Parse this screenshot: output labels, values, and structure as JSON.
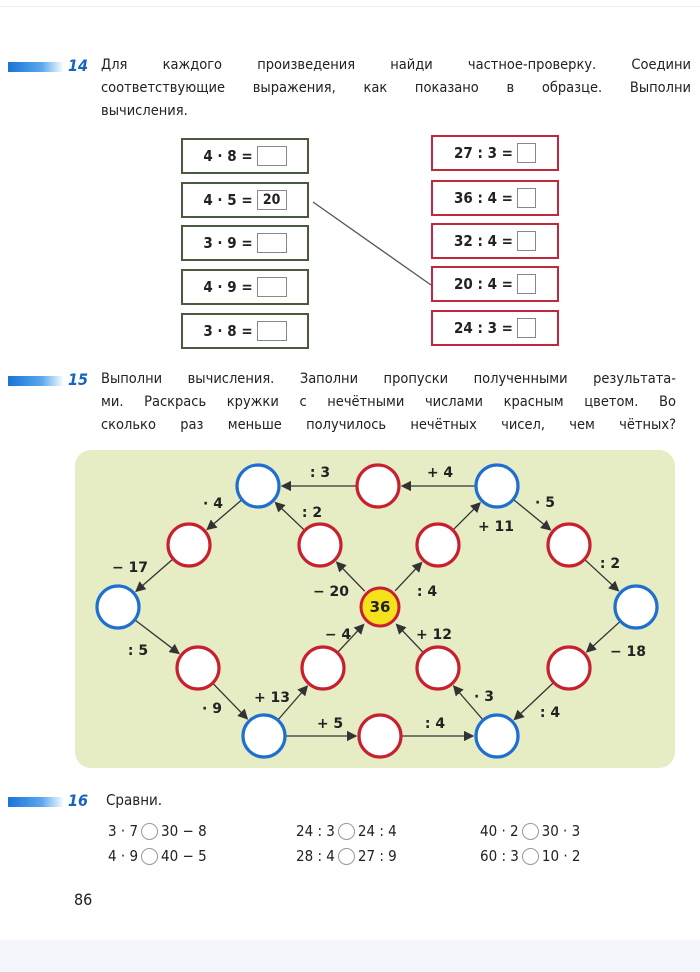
{
  "task14": {
    "number": "14",
    "lines": [
      "Для каждого произведения найди частное-проверку. Соедини",
      "соответствующие выражения, как показано в образце. Выполни",
      "вычисления."
    ],
    "left": [
      {
        "expr": "4 · 8 =",
        "answer": ""
      },
      {
        "expr": "4 · 5 =",
        "answer": "20"
      },
      {
        "expr": "3 · 9 =",
        "answer": ""
      },
      {
        "expr": "4 · 9 =",
        "answer": ""
      },
      {
        "expr": "3 · 8 =",
        "answer": ""
      }
    ],
    "right": [
      {
        "expr": "27 : 3 =",
        "answer": ""
      },
      {
        "expr": "36 : 4 =",
        "answer": ""
      },
      {
        "expr": "32 : 4 =",
        "answer": ""
      },
      {
        "expr": "20 : 4 =",
        "answer": ""
      },
      {
        "expr": "24 : 3 =",
        "answer": ""
      }
    ]
  },
  "task15": {
    "number": "15",
    "lines": [
      "Выполни вычисления. Заполни пропуски полученными результата-",
      "ми. Раскрась кружки с нечётными числами красным цветом. Во",
      "сколько раз меньше получилось нечётных чисел, чем чётных?"
    ],
    "center_value": "36",
    "colors": {
      "blue": "#1e6fd0",
      "red": "#c8202f",
      "center": "#f5e21a",
      "background": "#e6ecc4"
    },
    "nodes": [
      {
        "id": "tl",
        "color": "blue"
      },
      {
        "id": "tm",
        "color": "red"
      },
      {
        "id": "tr",
        "color": "blue"
      },
      {
        "id": "l1",
        "color": "red"
      },
      {
        "id": "c1",
        "color": "red"
      },
      {
        "id": "c2",
        "color": "red"
      },
      {
        "id": "r1",
        "color": "red"
      },
      {
        "id": "l",
        "color": "blue"
      },
      {
        "id": "c",
        "color": "center"
      },
      {
        "id": "r",
        "color": "blue"
      },
      {
        "id": "l2",
        "color": "red"
      },
      {
        "id": "c3",
        "color": "red"
      },
      {
        "id": "c4",
        "color": "red"
      },
      {
        "id": "r2",
        "color": "red"
      },
      {
        "id": "bl",
        "color": "blue"
      },
      {
        "id": "bm",
        "color": "red"
      },
      {
        "id": "br",
        "color": "blue"
      }
    ],
    "edges": [
      {
        "from": "tr",
        "to": "tm",
        "label": "+ 4"
      },
      {
        "from": "tm",
        "to": "tl",
        "label": ": 3"
      },
      {
        "from": "tl",
        "to": "l1",
        "label": "· 4"
      },
      {
        "from": "l1",
        "to": "l",
        "label": "− 17"
      },
      {
        "from": "l",
        "to": "l2",
        "label": ": 5"
      },
      {
        "from": "l2",
        "to": "bl",
        "label": "· 9"
      },
      {
        "from": "bl",
        "to": "c3",
        "label": "+ 13"
      },
      {
        "from": "c3",
        "to": "c",
        "label": "− 4"
      },
      {
        "from": "bl",
        "to": "bm",
        "label": "+ 5"
      },
      {
        "from": "bm",
        "to": "br",
        "label": ": 4"
      },
      {
        "from": "br",
        "to": "c4",
        "label": "· 3"
      },
      {
        "from": "c4",
        "to": "c",
        "label": "+ 12"
      },
      {
        "from": "c",
        "to": "c1",
        "label": "− 20"
      },
      {
        "from": "c1",
        "to": "tl",
        "label": ": 2"
      },
      {
        "from": "c",
        "to": "c2",
        "label": ": 4"
      },
      {
        "from": "c2",
        "to": "tr",
        "label": "+ 11"
      },
      {
        "from": "tr",
        "to": "r1",
        "label": "· 5"
      },
      {
        "from": "r1",
        "to": "r",
        "label": ": 2"
      },
      {
        "from": "r",
        "to": "r2",
        "label": "− 18"
      },
      {
        "from": "r2",
        "to": "br",
        "label": ": 4"
      }
    ]
  },
  "task16": {
    "number": "16",
    "title": "Сравни.",
    "items": [
      {
        "left": "3 · 7",
        "right": "30 − 8"
      },
      {
        "left": "24 : 3",
        "right": "24 : 4"
      },
      {
        "left": "40 · 2",
        "right": "30 · 3"
      },
      {
        "left": "4 · 9",
        "right": "40 − 5"
      },
      {
        "left": "28 : 4",
        "right": "27 : 9"
      },
      {
        "left": "60 : 3",
        "right": "10 · 2"
      }
    ]
  },
  "page_number": "86"
}
